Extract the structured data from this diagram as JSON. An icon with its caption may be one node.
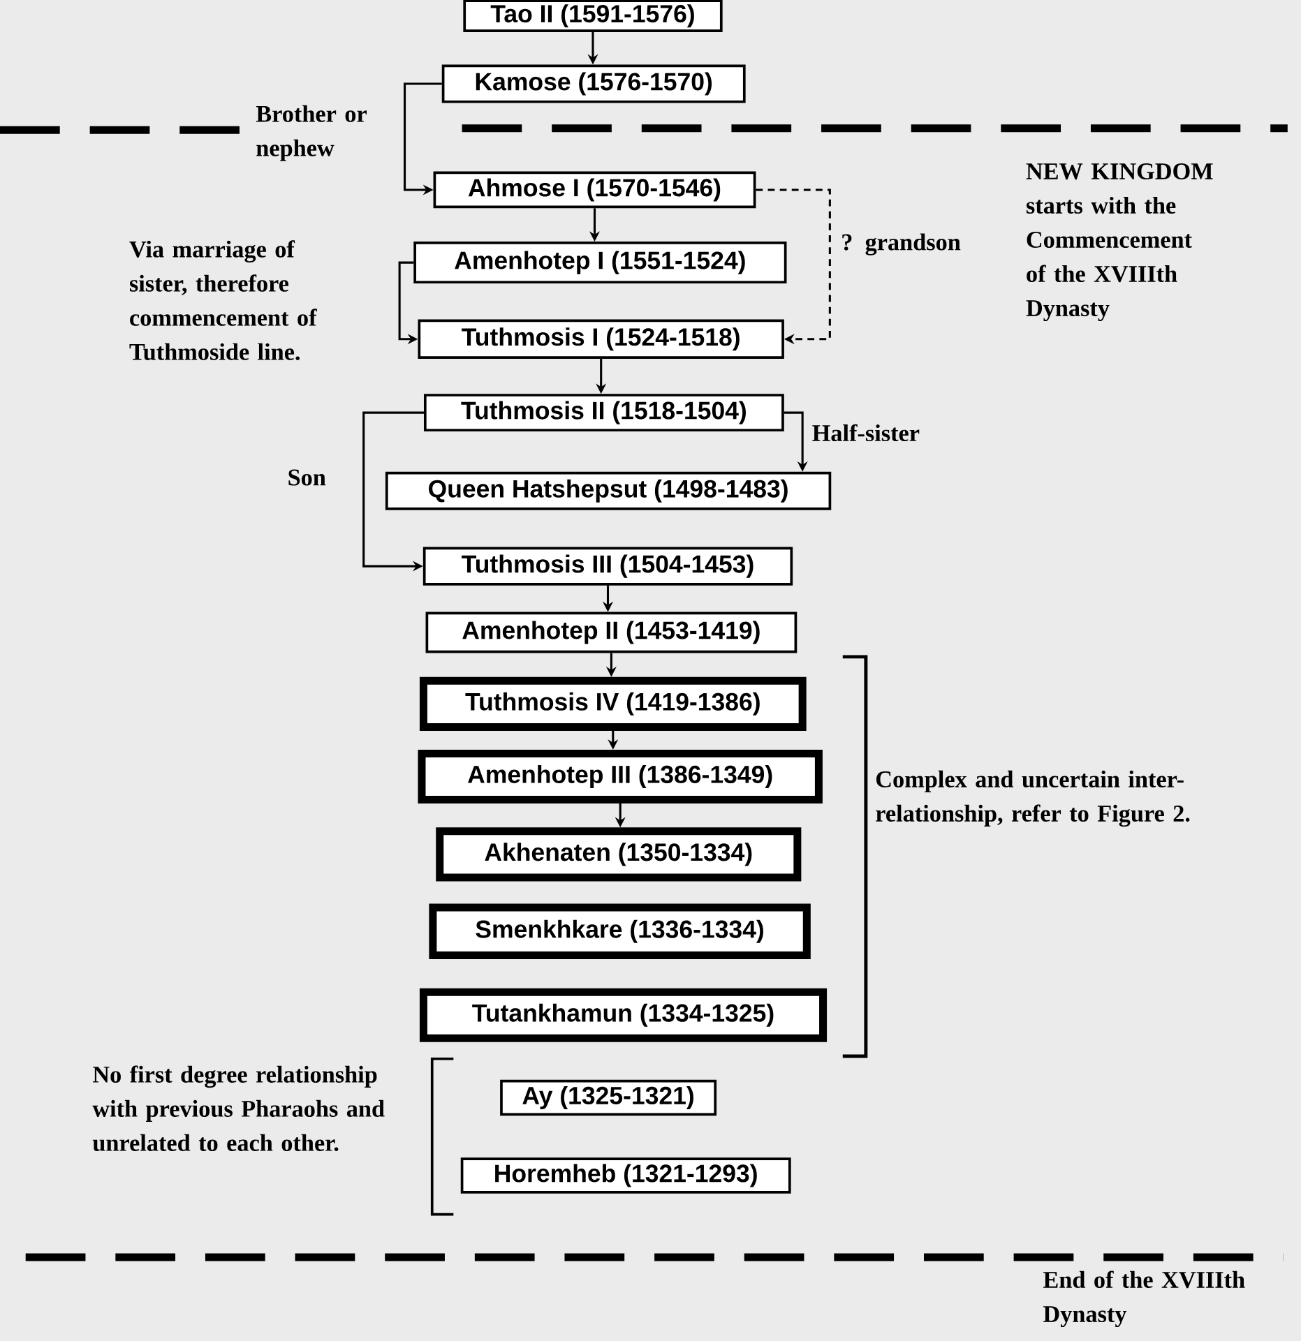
{
  "diagram": {
    "nodes": [
      {
        "text": [
          "Tao II (1591-1576)"
        ]
      },
      {
        "text": [
          "Kamose (1576-1570)"
        ]
      },
      {
        "text": [
          "Ahmose I (1570-1546)"
        ]
      },
      {
        "text": [
          "Amenhotep I (1551-1524)"
        ]
      },
      {
        "text": [
          "Tuthmosis I (1524-1518)"
        ]
      },
      {
        "text": [
          "Tuthmosis II (1518-1504)"
        ]
      },
      {
        "text": [
          "Queen Hatshepsut (1498-1483)"
        ]
      },
      {
        "text": [
          "Tuthmosis III (1504-1453)"
        ]
      },
      {
        "text": [
          "Amenhotep II (1453-1419)"
        ]
      },
      {
        "text": [
          "Tuthmosis IV (1419-1386)"
        ]
      },
      {
        "text": [
          "Amenhotep III (1386-1349)"
        ]
      },
      {
        "text": [
          "Akhenaten (1350-1334)"
        ]
      },
      {
        "text": [
          "Smenkhkare (1336-1334)"
        ]
      },
      {
        "text": [
          "Tutankhamun (1334-1325)"
        ]
      },
      {
        "text": [
          "Ay (1325-1321)"
        ]
      },
      {
        "text": [
          "Horemheb (1321-1293)"
        ]
      }
    ],
    "edges": [
      {
        "from": 0,
        "to": 1,
        "arrow": "to"
      },
      {
        "from": 1,
        "to": 2,
        "arrow": "to",
        "label": "Brother or nephew"
      },
      {
        "from": 2,
        "to": 3,
        "arrow": "to"
      },
      {
        "from": 2,
        "to": 4,
        "arrow": "to",
        "style": "dashed",
        "label": "? grandson"
      },
      {
        "from": 3,
        "to": 4,
        "arrow": "to",
        "label": "Via marriage of sister, therefore commencement of Tuthmoside line."
      },
      {
        "from": 4,
        "to": 5,
        "arrow": "to"
      },
      {
        "from": 5,
        "to": 6,
        "arrow": "to",
        "label": "Half-sister"
      },
      {
        "from": 5,
        "to": 7,
        "arrow": "to",
        "label": "Son"
      },
      {
        "from": 7,
        "to": 8,
        "arrow": "to"
      },
      {
        "from": 8,
        "to": 9,
        "arrow": "to"
      },
      {
        "from": 9,
        "to": 10,
        "arrow": "to"
      },
      {
        "from": 10,
        "to": 11,
        "arrow": "to"
      }
    ],
    "labels": [
      "NEW KINGDOM starts with the Commencement of the XVIIIth Dynasty",
      "Complex and uncertain inter-relationship, refer to Figure 2.",
      "No first degree relationship with previous Pharaohs and unrelated to each other.",
      "End of the XVIIIth Dynasty"
    ]
  }
}
